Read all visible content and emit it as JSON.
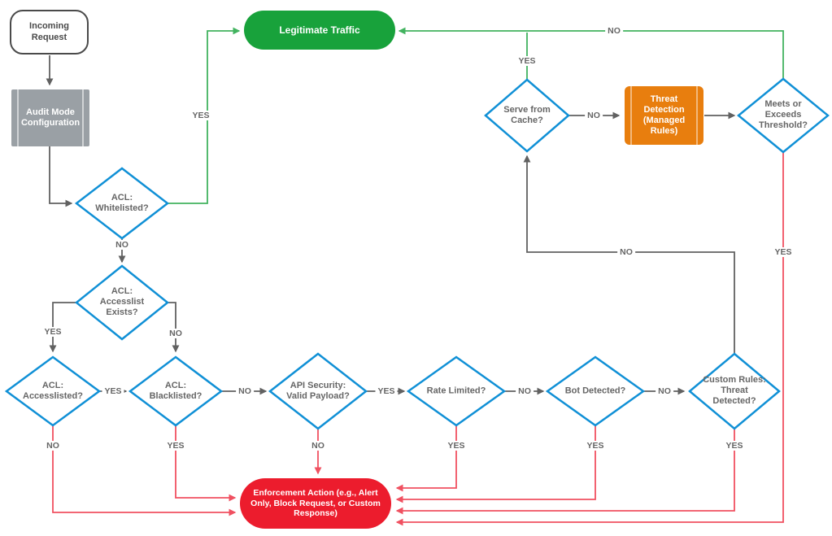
{
  "diagram": {
    "type": "flowchart",
    "nodes": {
      "incoming_request": "Incoming Request",
      "audit_mode": "Audit Mode Configuration",
      "legitimate_traffic": "Legitimate Traffic",
      "acl_whitelisted": "ACL: Whitelisted?",
      "acl_accesslist_exists": "ACL: Accesslist Exists?",
      "acl_accesslisted": "ACL: Accesslisted?",
      "acl_blacklisted": "ACL: Blacklisted?",
      "api_security": "API Security: Valid Payload?",
      "rate_limited": "Rate Limited?",
      "bot_detected": "Bot Detected?",
      "custom_rules": "Custom Rules: Threat Detected?",
      "serve_from_cache": "Serve from Cache?",
      "threat_detection": "Threat Detection (Managed Rules)",
      "meets_threshold": "Meets or Exceeds Threshold?",
      "enforcement_action": "Enforcement Action (e.g., Alert Only, Block Request, or Custom Response)"
    },
    "edges": [
      {
        "from": "incoming_request",
        "to": "audit_mode",
        "label": ""
      },
      {
        "from": "audit_mode",
        "to": "acl_whitelisted",
        "label": ""
      },
      {
        "from": "acl_whitelisted",
        "to": "legitimate_traffic",
        "label": "YES"
      },
      {
        "from": "acl_whitelisted",
        "to": "acl_accesslist_exists",
        "label": "NO"
      },
      {
        "from": "acl_accesslist_exists",
        "to": "acl_accesslisted",
        "label": "YES"
      },
      {
        "from": "acl_accesslist_exists",
        "to": "acl_blacklisted",
        "label": "NO"
      },
      {
        "from": "acl_accesslisted",
        "to": "acl_blacklisted",
        "label": "YES"
      },
      {
        "from": "acl_accesslisted",
        "to": "enforcement_action",
        "label": "NO"
      },
      {
        "from": "acl_blacklisted",
        "to": "api_security",
        "label": "NO"
      },
      {
        "from": "acl_blacklisted",
        "to": "enforcement_action",
        "label": "YES"
      },
      {
        "from": "api_security",
        "to": "rate_limited",
        "label": "YES"
      },
      {
        "from": "api_security",
        "to": "enforcement_action",
        "label": "NO"
      },
      {
        "from": "rate_limited",
        "to": "bot_detected",
        "label": "NO"
      },
      {
        "from": "rate_limited",
        "to": "enforcement_action",
        "label": "YES"
      },
      {
        "from": "bot_detected",
        "to": "custom_rules",
        "label": "NO"
      },
      {
        "from": "bot_detected",
        "to": "enforcement_action",
        "label": "YES"
      },
      {
        "from": "custom_rules",
        "to": "serve_from_cache",
        "label": "NO"
      },
      {
        "from": "custom_rules",
        "to": "enforcement_action",
        "label": "YES"
      },
      {
        "from": "serve_from_cache",
        "to": "legitimate_traffic",
        "label": "YES"
      },
      {
        "from": "serve_from_cache",
        "to": "threat_detection",
        "label": "NO"
      },
      {
        "from": "threat_detection",
        "to": "meets_threshold",
        "label": ""
      },
      {
        "from": "meets_threshold",
        "to": "legitimate_traffic",
        "label": "NO"
      },
      {
        "from": "meets_threshold",
        "to": "enforcement_action",
        "label": "YES"
      }
    ],
    "colors": {
      "legitimate_green": "#18a23b",
      "enforcement_red": "#ec1c2d",
      "threat_orange": "#e87e0e",
      "decision_blue": "#1090d6",
      "process_gray": "#9aa0a5",
      "edge_gray": "#616161",
      "edge_green": "#42b35f",
      "edge_red": "#f05060"
    }
  }
}
